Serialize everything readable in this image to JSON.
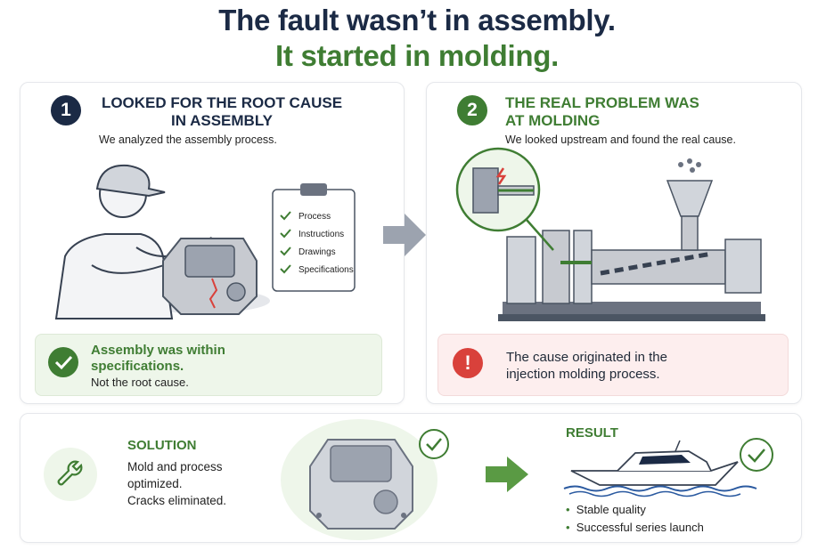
{
  "title": {
    "line1": "The fault wasn’t in assembly.",
    "line2": "It started in molding."
  },
  "step1": {
    "number": "1",
    "heading_line1": "LOOKED FOR THE ROOT CAUSE",
    "heading_line2": "IN ASSEMBLY",
    "subtitle": "We analyzed the assembly process.",
    "checklist": [
      "Process",
      "Instructions",
      "Drawings",
      "Specifications"
    ],
    "verdict_line1": "Assembly was within",
    "verdict_line2": "specifications.",
    "verdict_note": "Not the root cause."
  },
  "step2": {
    "number": "2",
    "heading_line1": "THE REAL PROBLEM WAS",
    "heading_line2": "AT MOLDING",
    "subtitle": "We looked upstream and found the real cause.",
    "alert_line1": "The cause originated in the",
    "alert_line2": "injection molding process.",
    "alert_icon": "!"
  },
  "solution": {
    "heading": "SOLUTION",
    "line1": "Mold and process",
    "line2": "optimized.",
    "line3": "Cracks eliminated."
  },
  "result": {
    "heading": "RESULT",
    "bullets": [
      "Stable quality",
      "Successful series launch"
    ]
  },
  "colors": {
    "navy": "#1b2a45",
    "green": "#3f7d33",
    "red": "#d9413b",
    "light_green": "#eef6ea",
    "light_red": "#fdeeee"
  },
  "icons": [
    "check-icon",
    "wrench-icon",
    "alert-icon",
    "arrow-right-icon",
    "boat-icon",
    "clipboard-icon"
  ]
}
